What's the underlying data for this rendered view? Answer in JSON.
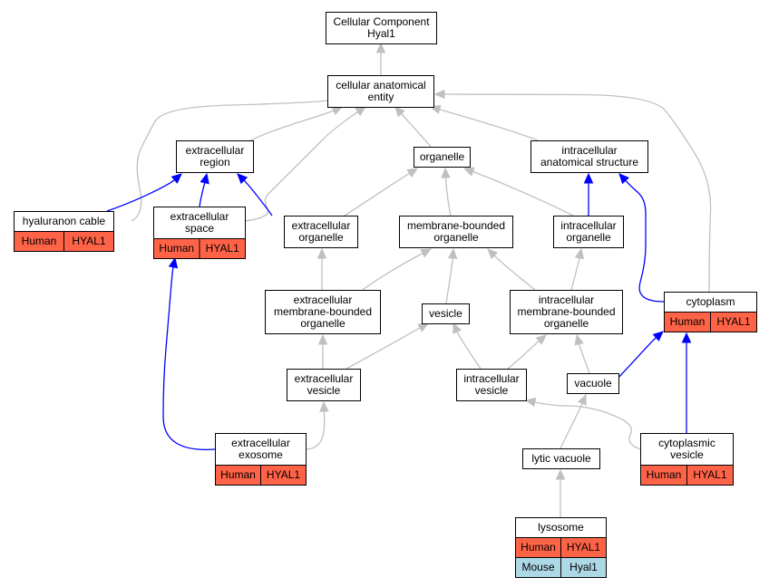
{
  "colors": {
    "human": "#ff6347",
    "mouse": "#add8e6",
    "edge_plain": "#c0c0c0",
    "edge_highlight": "#0000ff",
    "node_border": "#000000"
  },
  "nodes": [
    {
      "id": "root",
      "lines": [
        "Cellular Component",
        "Hyal1"
      ]
    },
    {
      "id": "cae",
      "lines": [
        "cellular anatomical",
        "entity"
      ]
    },
    {
      "id": "ecr",
      "lines": [
        "extracellular",
        "region"
      ]
    },
    {
      "id": "org",
      "lines": [
        "organelle"
      ]
    },
    {
      "id": "ias",
      "lines": [
        "intracellular",
        "anatomical structure"
      ]
    },
    {
      "id": "hyc",
      "lines": [
        "hyaluranon cable"
      ],
      "annotations": [
        [
          "Human",
          "HYAL1"
        ]
      ]
    },
    {
      "id": "ecs",
      "lines": [
        "extracellular",
        "space"
      ],
      "annotations": [
        [
          "Human",
          "HYAL1"
        ]
      ]
    },
    {
      "id": "eco",
      "lines": [
        "extracellular",
        "organelle"
      ]
    },
    {
      "id": "mbo",
      "lines": [
        "membrane-bounded",
        "organelle"
      ]
    },
    {
      "id": "ico",
      "lines": [
        "intracellular",
        "organelle"
      ]
    },
    {
      "id": "cyt",
      "lines": [
        "cytoplasm"
      ],
      "annotations": [
        [
          "Human",
          "HYAL1"
        ]
      ]
    },
    {
      "id": "ecmbo",
      "lines": [
        "extracellular",
        "membrane-bounded",
        "organelle"
      ]
    },
    {
      "id": "ves",
      "lines": [
        "vesicle"
      ]
    },
    {
      "id": "icmbo",
      "lines": [
        "intracellular",
        "membrane-bounded",
        "organelle"
      ]
    },
    {
      "id": "ecv",
      "lines": [
        "extracellular",
        "vesicle"
      ]
    },
    {
      "id": "icv",
      "lines": [
        "intracellular",
        "vesicle"
      ]
    },
    {
      "id": "vac",
      "lines": [
        "vacuole"
      ]
    },
    {
      "id": "exo",
      "lines": [
        "extracellular",
        "exosome"
      ],
      "annotations": [
        [
          "Human",
          "HYAL1"
        ]
      ]
    },
    {
      "id": "lyv",
      "lines": [
        "lytic vacuole"
      ]
    },
    {
      "id": "cyv",
      "lines": [
        "cytoplasmic",
        "vesicle"
      ],
      "annotations": [
        [
          "Human",
          "HYAL1"
        ]
      ]
    },
    {
      "id": "lys",
      "lines": [
        "lysosome"
      ],
      "annotations": [
        [
          "Human",
          "HYAL1"
        ],
        [
          "Mouse",
          "Hyal1"
        ]
      ]
    }
  ],
  "edges": [
    {
      "from": "cae",
      "to": "root",
      "style": "plain"
    },
    {
      "from": "ecr",
      "to": "cae",
      "style": "plain"
    },
    {
      "from": "org",
      "to": "cae",
      "style": "plain"
    },
    {
      "from": "ias",
      "to": "cae",
      "style": "plain"
    },
    {
      "from": "hyc",
      "to": "cae",
      "style": "plain"
    },
    {
      "from": "hyc",
      "to": "ecr",
      "style": "highlight"
    },
    {
      "from": "ecs",
      "to": "ecr",
      "style": "highlight"
    },
    {
      "from": "ecs",
      "to": "cae",
      "style": "plain"
    },
    {
      "from": "eco",
      "to": "ecr",
      "style": "highlight"
    },
    {
      "from": "eco",
      "to": "org",
      "style": "plain"
    },
    {
      "from": "mbo",
      "to": "org",
      "style": "plain"
    },
    {
      "from": "ico",
      "to": "org",
      "style": "plain"
    },
    {
      "from": "ico",
      "to": "ias",
      "style": "highlight"
    },
    {
      "from": "cyt",
      "to": "ias",
      "style": "highlight"
    },
    {
      "from": "cyt",
      "to": "cae",
      "style": "plain"
    },
    {
      "from": "ecmbo",
      "to": "eco",
      "style": "plain"
    },
    {
      "from": "ecmbo",
      "to": "mbo",
      "style": "plain"
    },
    {
      "from": "ves",
      "to": "mbo",
      "style": "plain"
    },
    {
      "from": "icmbo",
      "to": "mbo",
      "style": "plain"
    },
    {
      "from": "icmbo",
      "to": "ico",
      "style": "plain"
    },
    {
      "from": "ecv",
      "to": "ecmbo",
      "style": "plain"
    },
    {
      "from": "ecv",
      "to": "ves",
      "style": "plain"
    },
    {
      "from": "icv",
      "to": "ves",
      "style": "plain"
    },
    {
      "from": "icv",
      "to": "icmbo",
      "style": "plain"
    },
    {
      "from": "vac",
      "to": "icmbo",
      "style": "plain"
    },
    {
      "from": "vac",
      "to": "cyt",
      "style": "highlight"
    },
    {
      "from": "exo",
      "to": "ecv",
      "style": "plain"
    },
    {
      "from": "exo",
      "to": "ecs",
      "style": "highlight"
    },
    {
      "from": "lyv",
      "to": "vac",
      "style": "plain"
    },
    {
      "from": "cyv",
      "to": "icv",
      "style": "plain"
    },
    {
      "from": "cyv",
      "to": "cyt",
      "style": "highlight"
    },
    {
      "from": "lys",
      "to": "lyv",
      "style": "plain"
    }
  ]
}
